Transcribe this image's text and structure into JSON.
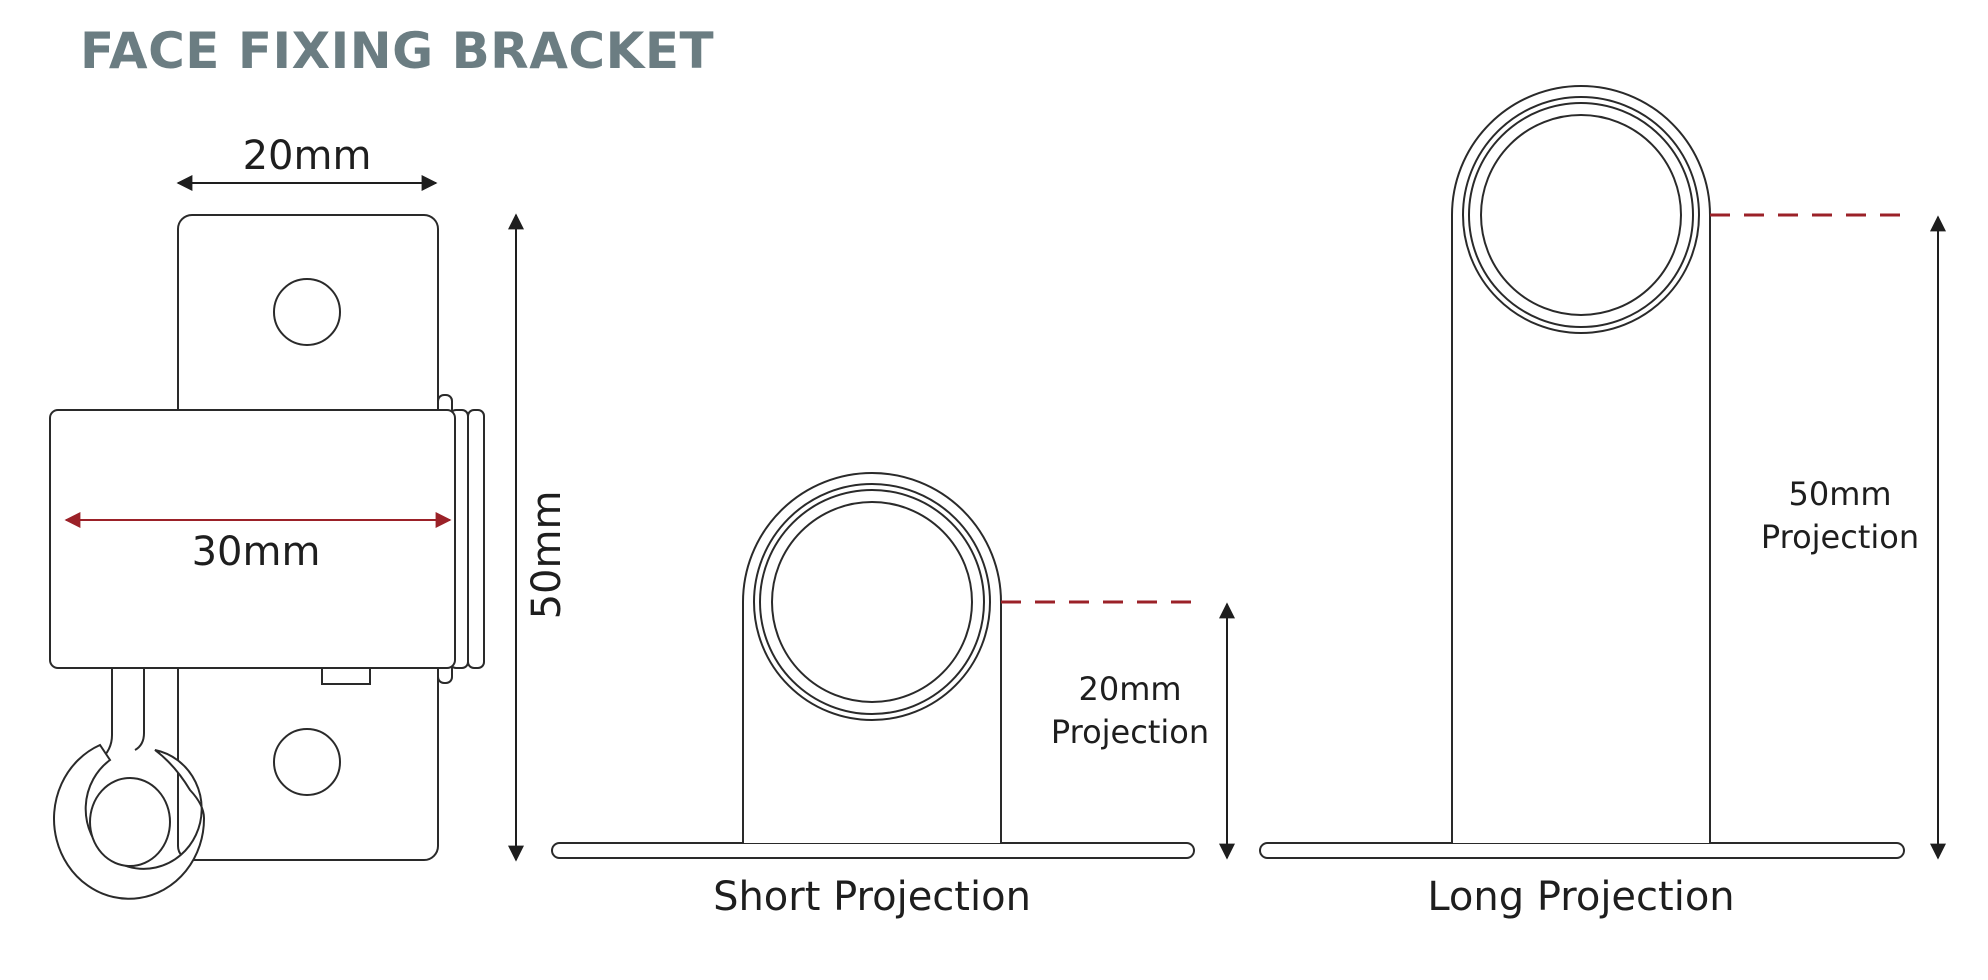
{
  "title": "FACE FIXING BRACKET",
  "colors": {
    "title": "#6b7d82",
    "dimension_red": "#9b2128",
    "line": "#2a2a2a"
  },
  "front_view": {
    "width_label": "20mm",
    "inner_label": "30mm",
    "height_label": "50mm"
  },
  "short_view": {
    "caption": "Short Projection",
    "proj_line1": "20mm",
    "proj_line2": "Projection"
  },
  "long_view": {
    "caption": "Long Projection",
    "proj_line1": "50mm",
    "proj_line2": "Projection"
  }
}
